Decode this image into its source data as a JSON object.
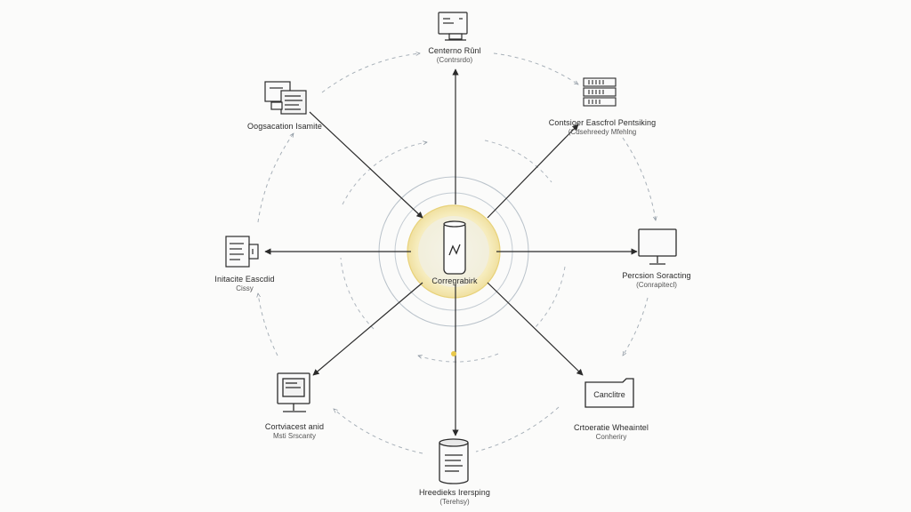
{
  "colors": {
    "ink": "#2b2b2b",
    "ring": "#9aa4ae",
    "hub_glow": "#f2e3a0"
  },
  "hub": {
    "label": "Corregrabirk",
    "icon": "server-cylinder-icon"
  },
  "nodes": [
    {
      "id": "top",
      "title": "Centerno Rûnl",
      "subtitle": "(Contrsrdo)",
      "icon": "monitor-icon"
    },
    {
      "id": "top-right",
      "title": "Contsioer Eascfrol Pentsiking",
      "subtitle": "(Cdsehreedy Mfehlng",
      "icon": "server-rack-icon"
    },
    {
      "id": "right",
      "title": "Percsion Soracting",
      "subtitle": "(Conrapitecl)",
      "icon": "monitor-icon"
    },
    {
      "id": "bottom-right",
      "title": "Crtoeratie Wheaintel",
      "subtitle": "Conheriry",
      "icon": "folder-icon",
      "box_text": "Canclitre"
    },
    {
      "id": "bottom",
      "title": "Hreedieks Irersping",
      "subtitle": "(Terehsy)",
      "icon": "database-icon"
    },
    {
      "id": "bottom-left",
      "title": "Cortviacest anid",
      "subtitle": "Msti Srscanty",
      "icon": "desktop-icon"
    },
    {
      "id": "left",
      "title": "Initacite Eascdid",
      "subtitle": "Cissy",
      "icon": "document-icon"
    },
    {
      "id": "top-left",
      "title": "Oogsacation Isamite",
      "subtitle": "",
      "icon": "workstation-icon"
    }
  ]
}
